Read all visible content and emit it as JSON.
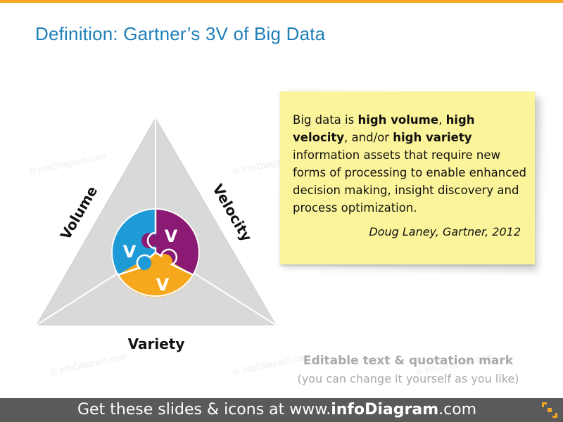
{
  "title": "Definition: Gartner’s 3V of Big Data",
  "watermark_text": "© infoDiagram.com",
  "diagram": {
    "labels": {
      "volume": "Volume",
      "velocity": "Velocity",
      "variety": "Variety"
    },
    "puzzle": {
      "left": "V",
      "right": "V",
      "bottom": "V"
    },
    "colors": {
      "triangle": "#d9d9d9",
      "blue": "#1e9ad6",
      "purple": "#8a1a74",
      "orange": "#f5a81c"
    }
  },
  "note": {
    "text_1": "Big data is ",
    "bold_1": "high volume",
    "text_2": ", ",
    "bold_2": "high velocity",
    "text_3": ", and/or ",
    "bold_3": "high variety",
    "text_4": " information assets that require new forms of processing to enable enhanced decision making, insight discovery and process optimization.",
    "author": "Doug Laney, Gartner, 2012",
    "color": "#fcf49a"
  },
  "editable": {
    "title": "Editable text & quotation mark",
    "subtitle": "(you can change it yourself as you like)"
  },
  "footer": {
    "prefix": "Get these slides & icons at www.",
    "brand": "infoDiagram",
    "suffix": ".com"
  }
}
